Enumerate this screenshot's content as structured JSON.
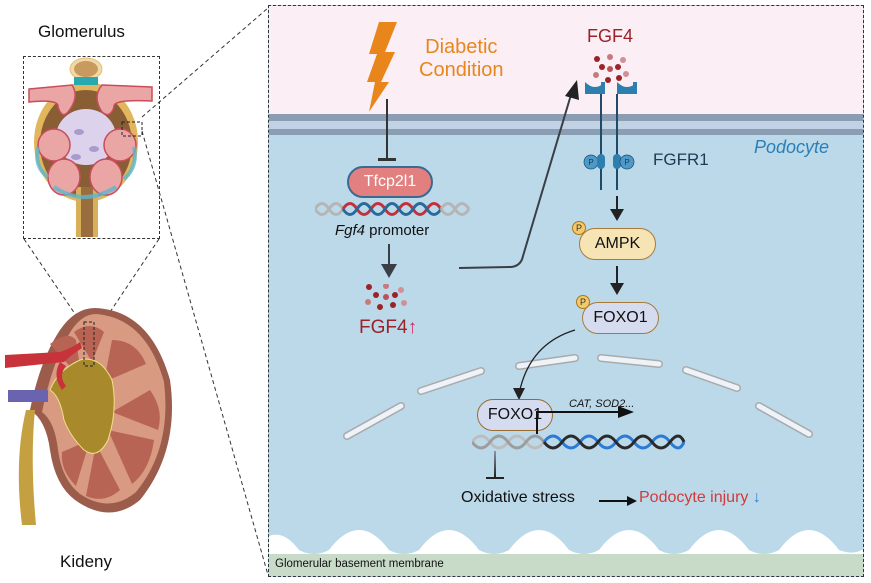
{
  "left": {
    "glomerulus_label": "Glomerulus",
    "kidney_label": "Kideny"
  },
  "panel": {
    "trigger": {
      "line1": "Diabetic",
      "line2": "Condition",
      "color": "#e8861c"
    },
    "cell_label": "Podocyte",
    "tf": "Tfcp2l1",
    "promoter_italic": "Fgf4",
    "promoter_rest": " promoter",
    "ligand_top": "FGF4",
    "ligand_bottom": "FGF4",
    "receptor": "FGFR1",
    "phospho": "P",
    "ampk": "AMPK",
    "foxo_cyto": "FOXO1",
    "foxo_nuc": "FOXO1",
    "targets": "CAT, SOD2...",
    "oxidative": "Oxidative stress",
    "injury": "Podocyte injury",
    "gbm": "Glomerular basement membrane",
    "colors": {
      "fgf4": "#9b2226",
      "up_arrow": "#e0245e",
      "down_arrow": "#2f7fd6",
      "injury": "#d23a3a",
      "podocyte_label": "#2a7fb8",
      "receptor": "#2d7fb0"
    }
  }
}
